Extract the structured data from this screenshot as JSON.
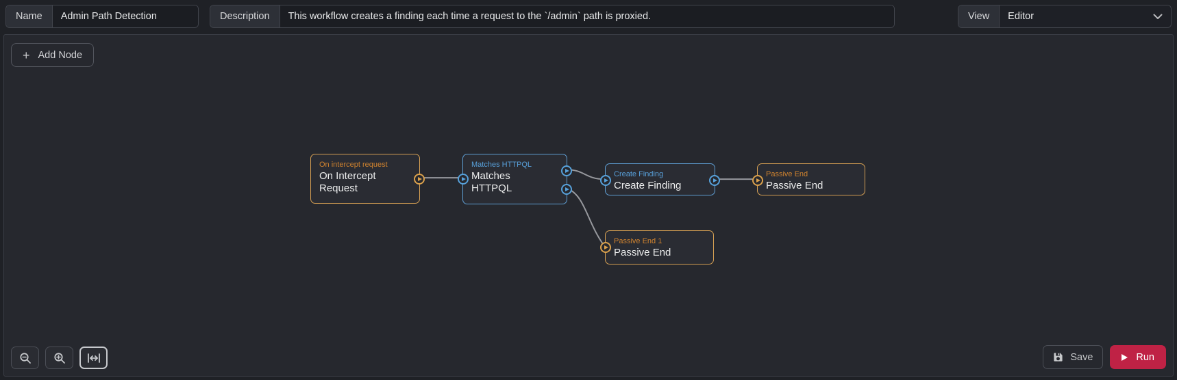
{
  "header": {
    "name_label": "Name",
    "name_value": "Admin Path Detection",
    "description_label": "Description",
    "description_value": "This workflow creates a finding each time a request to the `/admin` path is proxied.",
    "view_label": "View",
    "view_value": "Editor",
    "view_chevron_icon": "chevron-down-icon"
  },
  "canvas": {
    "add_node_label": "Add Node",
    "add_node_icon": "plus-icon",
    "nodes": [
      {
        "subtitle": "On intercept request",
        "title": "On Intercept Request",
        "color": "orange",
        "inputs": 0,
        "outputs": 1
      },
      {
        "subtitle": "Matches HTTPQL",
        "title": "Matches HTTPQL",
        "color": "blue",
        "inputs": 1,
        "outputs": 2
      },
      {
        "subtitle": "Create Finding",
        "title": "Create Finding",
        "color": "blue",
        "inputs": 1,
        "outputs": 1
      },
      {
        "subtitle": "Passive End",
        "title": "Passive End",
        "color": "orange",
        "inputs": 1,
        "outputs": 0
      },
      {
        "subtitle": "Passive End 1",
        "title": "Passive End",
        "color": "orange",
        "inputs": 1,
        "outputs": 0
      }
    ],
    "edges": [
      {
        "from": "On Intercept Request",
        "to": "Matches HTTPQL"
      },
      {
        "from": "Matches HTTPQL (output 1)",
        "to": "Create Finding"
      },
      {
        "from": "Matches HTTPQL (output 2)",
        "to": "Passive End 1"
      },
      {
        "from": "Create Finding",
        "to": "Passive End"
      }
    ]
  },
  "footer": {
    "zoom_out_icon": "zoom-out-icon",
    "zoom_in_icon": "zoom-in-icon",
    "fit_width_icon": "fit-width-icon",
    "save_label": "Save",
    "save_icon": "save-icon",
    "run_label": "Run",
    "run_icon": "play-icon"
  },
  "colors": {
    "canvas_bg": "#26282e",
    "node_bg": "#2a2c33",
    "orange_border": "#d6a053",
    "orange_text": "#d0832f",
    "blue_border": "#5f9fd4",
    "blue_text": "#58a0da",
    "edge": "#97999e",
    "run_button": "#bf2245",
    "input_bg": "#1b1d22",
    "label_bg": "#2d3037"
  }
}
